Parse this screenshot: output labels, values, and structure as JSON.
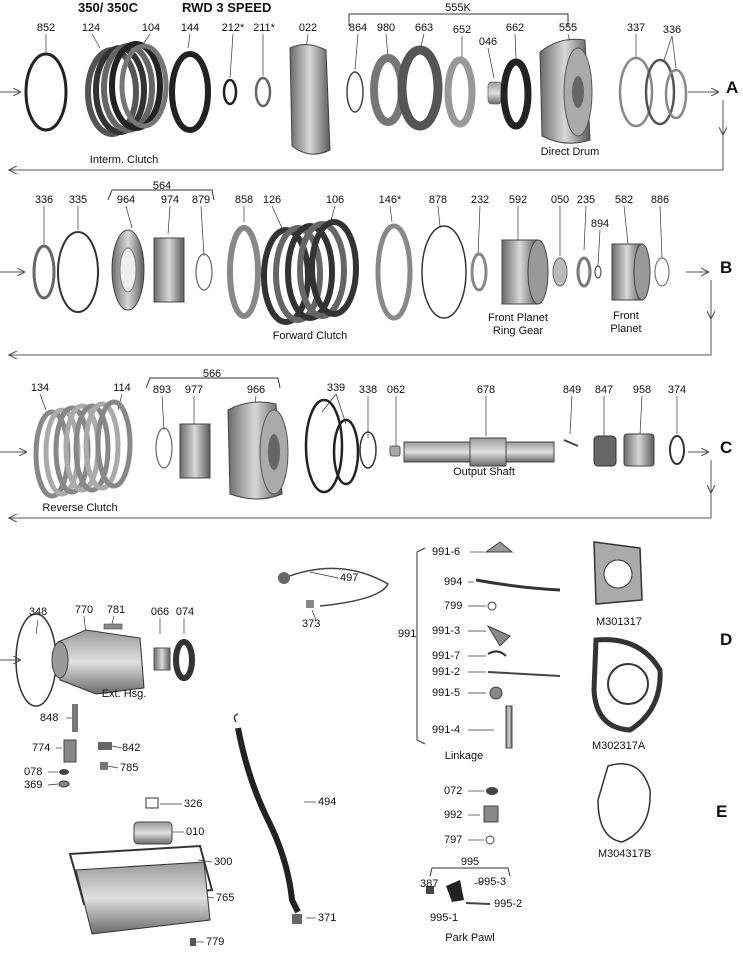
{
  "header": {
    "model": "350/ 350C",
    "type": "RWD 3 SPEED"
  },
  "row_letters": [
    "A",
    "B",
    "C",
    "D",
    "E"
  ],
  "row_a": {
    "parts": [
      "852",
      "124",
      "104",
      "144",
      "212*",
      "211*",
      "022",
      "864",
      "980",
      "663",
      "652",
      "046",
      "662",
      "555",
      "337",
      "336"
    ],
    "group": "555K",
    "captions": [
      "Interm. Clutch",
      "Direct Drum"
    ]
  },
  "row_b": {
    "parts": [
      "336",
      "335",
      "964",
      "974",
      "879",
      "858",
      "126",
      "106",
      "146*",
      "878",
      "232",
      "592",
      "050",
      "235",
      "894",
      "582",
      "886"
    ],
    "group": "564",
    "captions": [
      "Forward Clutch",
      "Front Planet",
      "Ring Gear",
      "Front",
      "Planet"
    ]
  },
  "row_c": {
    "parts": [
      "134",
      "114",
      "893",
      "977",
      "966",
      "339",
      "338",
      "062",
      "678",
      "849",
      "847",
      "958",
      "374"
    ],
    "group": "566",
    "captions": [
      "Reverse Clutch",
      "Output Shaft"
    ]
  },
  "row_d": {
    "parts": [
      "348",
      "770",
      "781",
      "066",
      "074",
      "848",
      "774",
      "842",
      "078",
      "369",
      "785",
      "497",
      "373"
    ],
    "captions": [
      "Ext. Hsg."
    ]
  },
  "row_e": {
    "parts": [
      "326",
      "010",
      "300",
      "765",
      "779",
      "494",
      "371"
    ]
  },
  "linkage": {
    "group": "991",
    "parts": [
      "991-6",
      "994",
      "799",
      "991-3",
      "991-7",
      "991-2",
      "991-5",
      "991-4"
    ],
    "caption": "Linkage"
  },
  "park_pawl": {
    "parts": [
      "072",
      "992",
      "797"
    ],
    "group": "995",
    "sub_parts": [
      "387",
      "995-3",
      "995-2",
      "995-1"
    ],
    "caption": "Park Pawl"
  },
  "gaskets": [
    "M301317",
    "M302317A",
    "M304317B"
  ],
  "colors": {
    "line": "#222222",
    "metal_dark": "#555555",
    "metal_mid": "#8a8a8a",
    "metal_light": "#c8c8c8"
  }
}
